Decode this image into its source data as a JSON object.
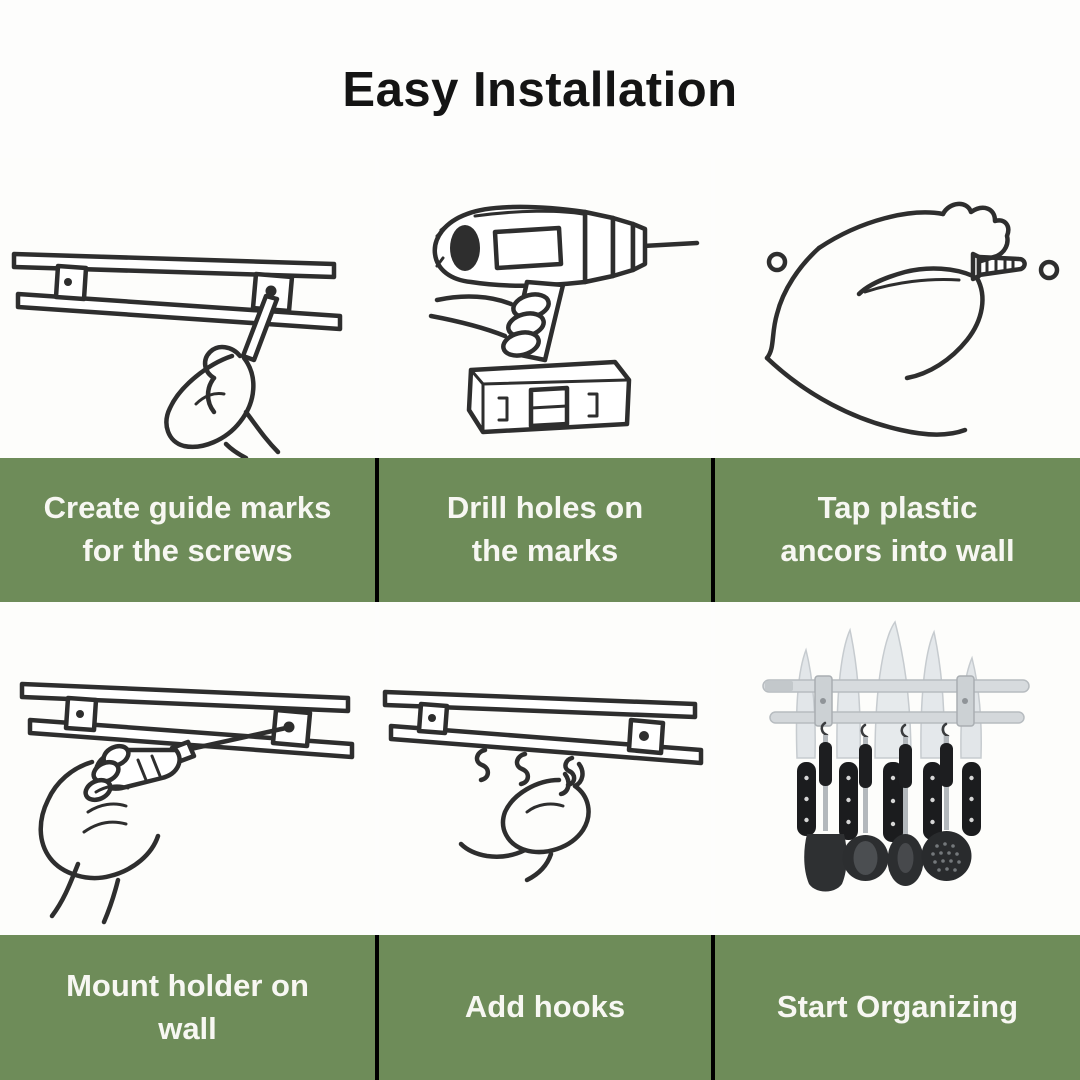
{
  "title": "Easy Installation",
  "colors": {
    "background": "#fdfdfc",
    "title_text": "#141414",
    "caption_bar": "#6e8c59",
    "caption_text": "#f7f7f2",
    "divider": "#000000"
  },
  "steps": [
    {
      "label": "Create guide marks\nfor the screws",
      "illustration": "hand-marking-screw-guides"
    },
    {
      "label": "Drill holes on\nthe marks",
      "illustration": "cordless-drill"
    },
    {
      "label": "Tap plastic\nancors into wall",
      "illustration": "hand-tapping-plastic-anchor"
    },
    {
      "label": "Mount holder on\nwall",
      "illustration": "screwdriver-mounting-rail"
    },
    {
      "label": "Add hooks",
      "illustration": "hand-adding-s-hooks"
    },
    {
      "label": "Start Organizing",
      "illustration": "organized-knife-utensil-rack"
    }
  ]
}
